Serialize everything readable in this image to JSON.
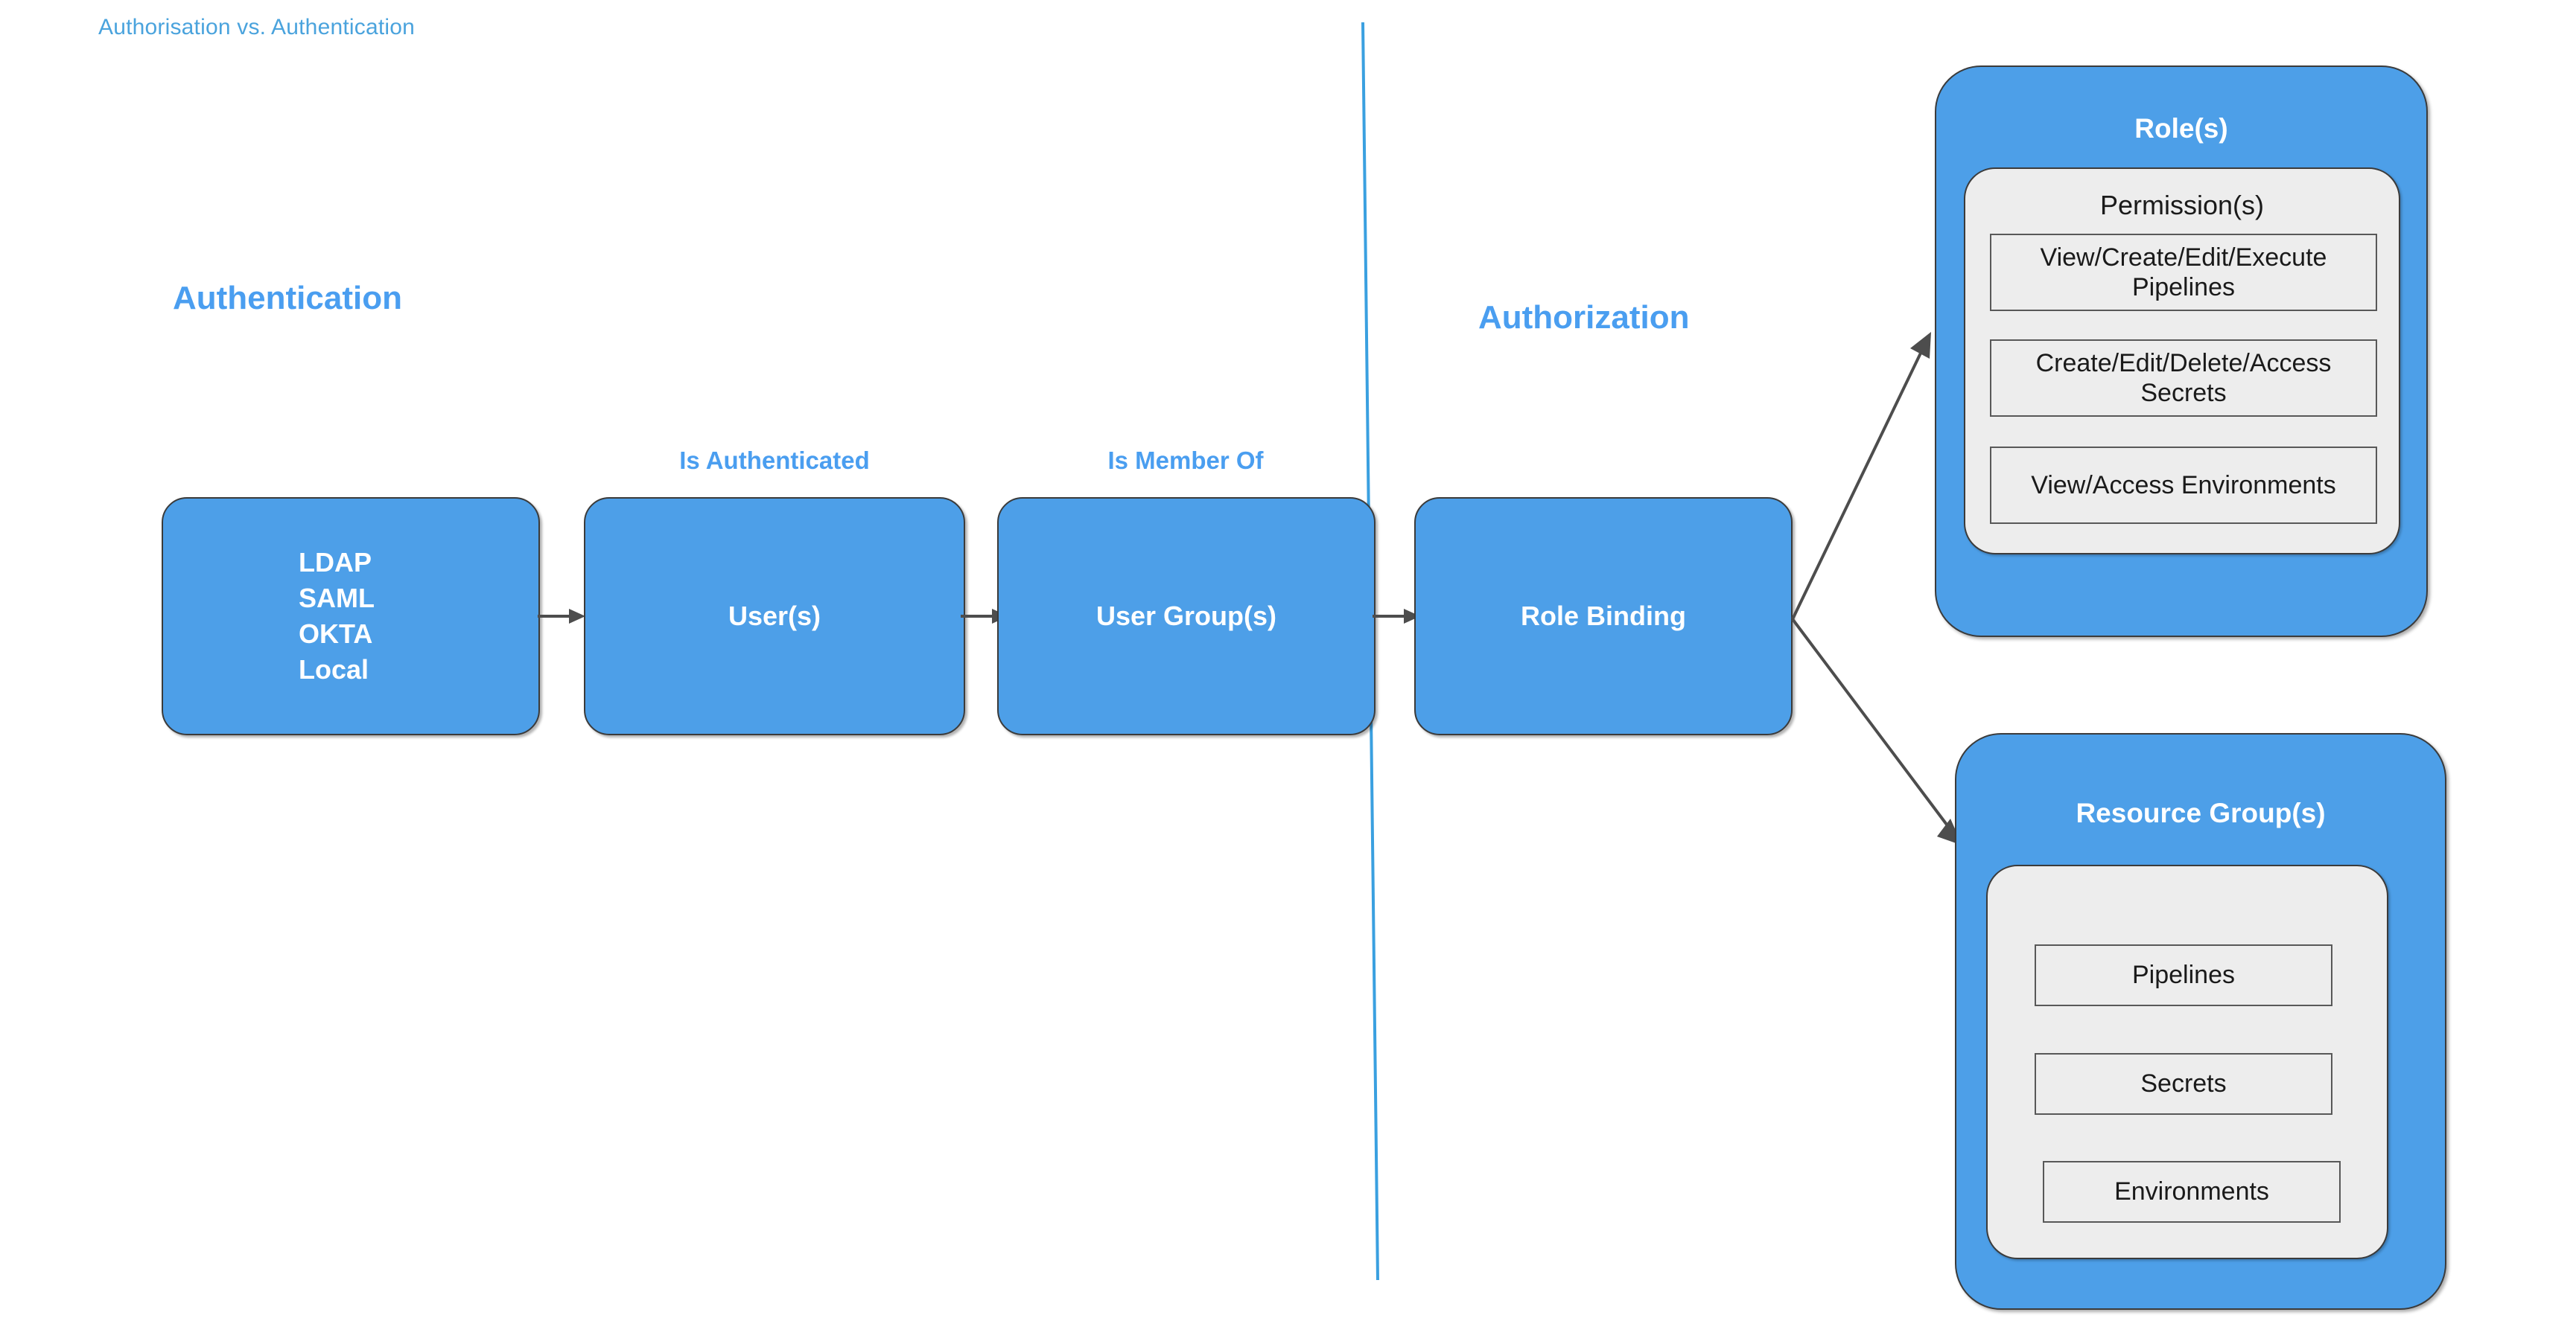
{
  "title": "Authorisation vs. Authentication",
  "colors": {
    "accent_blue": "#4a9ef0",
    "title_blue": "#4aa3dd",
    "box_fill": "#4d9fe8",
    "panel_fill": "#ededed",
    "stroke": "#3b3b3b",
    "divider": "#3aa0e0"
  },
  "sections": {
    "authentication_heading": "Authentication",
    "authorization_heading": "Authorization"
  },
  "edge_labels": {
    "is_authenticated": "Is Authenticated",
    "is_member_of": "Is Member Of"
  },
  "flow": {
    "auth_sources": {
      "name": "auth-sources",
      "items": [
        "LDAP",
        "SAML",
        "OKTA",
        "Local"
      ]
    },
    "users": {
      "label": "User(s)"
    },
    "user_groups": {
      "label": "User Group(s)"
    },
    "role_binding": {
      "label": "Role Binding"
    }
  },
  "roles_card": {
    "title": "Role(s)",
    "panel_title": "Permission(s)",
    "permissions": [
      "View/Create/Edit/Execute Pipelines",
      "Create/Edit/Delete/Access Secrets",
      "View/Access Environments"
    ]
  },
  "resource_groups_card": {
    "title": "Resource Group(s)",
    "resources": [
      "Pipelines",
      "Secrets",
      "Environments"
    ]
  },
  "icons": {
    "arrow_right": "arrow-right-icon",
    "arrow_diagonal_up": "arrow-diagonal-up-icon",
    "arrow_diagonal_down": "arrow-diagonal-down-icon",
    "divider": "vertical-divider-line"
  }
}
